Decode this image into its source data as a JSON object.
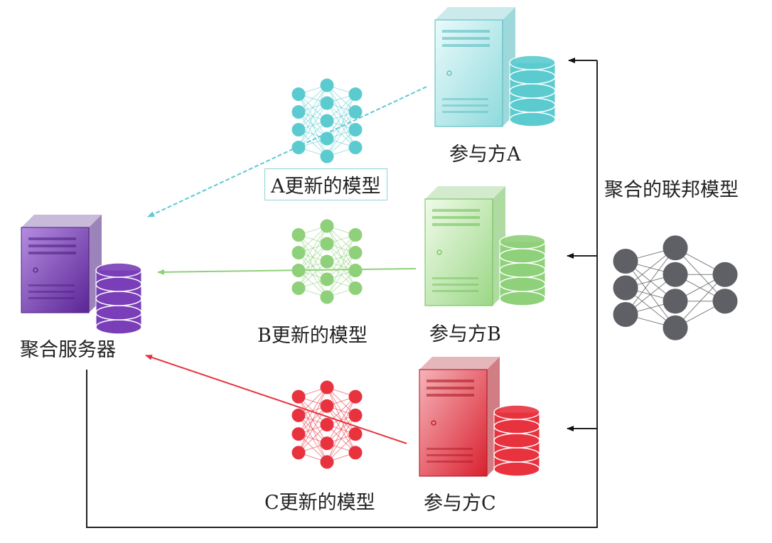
{
  "diagram": {
    "server_label": "聚合服务器",
    "federated_label": "聚合的联邦模型",
    "participants": [
      {
        "label": "参与方A",
        "update_label": "A更新的模型",
        "color": "#5ccbd0"
      },
      {
        "label": "参与方B",
        "update_label": "B更新的模型",
        "color": "#8fd07a"
      },
      {
        "label": "参与方C",
        "update_label": "C更新的模型",
        "color": "#e8333f"
      }
    ],
    "server_color": "#7a3fb8",
    "federated_color": "#5f6066"
  }
}
